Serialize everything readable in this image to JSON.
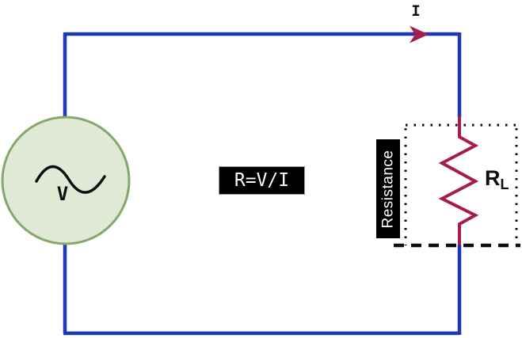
{
  "labels": {
    "current": "I",
    "voltage": "V",
    "formula": "R=V/I",
    "resistance_box": "Resistance",
    "load_resistor": "R",
    "load_resistor_sub": "L"
  },
  "colors": {
    "wire": "#1c38b4",
    "accent": "#a81b4d",
    "source-fill": "#dfe9d6",
    "source-stroke": "#85a86b",
    "ink": "#0d0d0d",
    "label-bg": "#000000",
    "label-text": "#ffffff"
  },
  "diagram": {
    "type": "circuit",
    "description_elements": [
      "ac-voltage-source",
      "load-resistor",
      "current-direction-arrow",
      "ohms-law-formula"
    ]
  }
}
